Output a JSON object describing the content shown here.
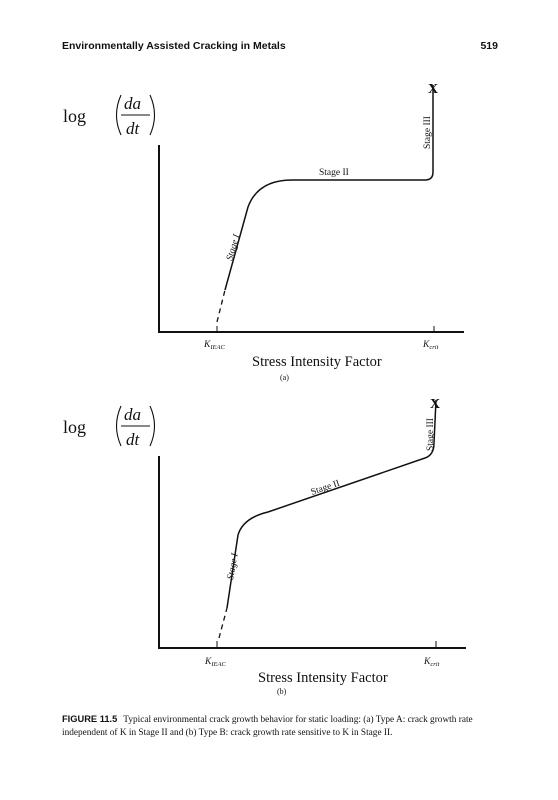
{
  "header": {
    "running_title": "Environmentally Assisted Cracking in Metals",
    "page_number": "519"
  },
  "figures": [
    {
      "panel_label": "(a)",
      "ylabel_log": "log",
      "ylabel_num": "da",
      "ylabel_den": "dt",
      "xlabel": "Stress Intensity Factor",
      "tick1_main": "K",
      "tick1_sub": "IEAC",
      "tick2_main": "K",
      "tick2_sub": "crit",
      "stage1": "Stage I",
      "stage2": "Stage II",
      "stage3": "Stage III",
      "end_marker": "X"
    },
    {
      "panel_label": "(b)",
      "ylabel_log": "log",
      "ylabel_num": "da",
      "ylabel_den": "dt",
      "xlabel": "Stress Intensity Factor",
      "tick1_main": "K",
      "tick1_sub": "IEAC",
      "tick2_main": "K",
      "tick2_sub": "crit",
      "stage1": "Stage I",
      "stage2": "Stage II",
      "stage3": "Stage III",
      "end_marker": "X"
    }
  ],
  "caption": {
    "label": "FIGURE 11.5",
    "text": "Typical environmental crack growth behavior for static loading: (a) Type A: crack growth rate independent of K in Stage II and (b) Type B: crack growth rate sensitive to K in Stage II."
  }
}
